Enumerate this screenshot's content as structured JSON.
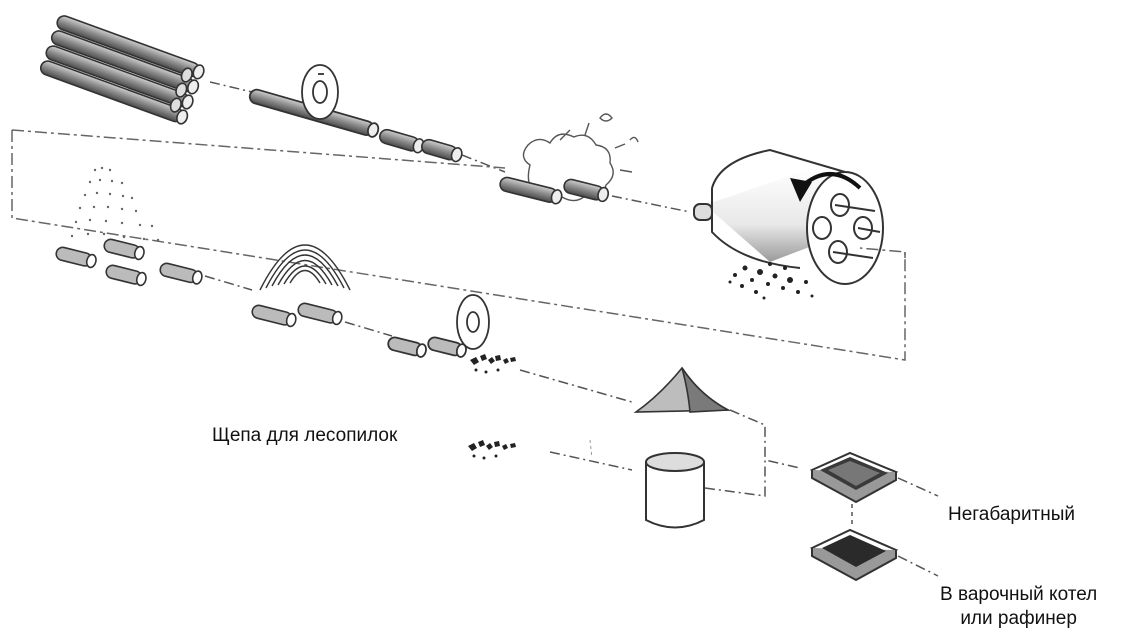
{
  "labels": {
    "sawmill_chips": "Щепа для лесопилок",
    "oversize": "Негабаритный",
    "digester_line1": "В варочный котел",
    "digester_line2": "или рафинер"
  },
  "colors": {
    "line": "#555555",
    "log_fill": "#9a9a9a",
    "log_dark": "#444444",
    "pile_fill": "#8c8c8c",
    "chips": "#222222"
  },
  "icons": [
    "log-stack-icon",
    "circular-saw-icon",
    "debarking-drum-icon",
    "rotation-arrow-icon",
    "water-spray-icon",
    "scanner-arcs-icon",
    "chipper-icon",
    "chip-pile-icon",
    "chip-silo-icon",
    "screen-icon"
  ]
}
